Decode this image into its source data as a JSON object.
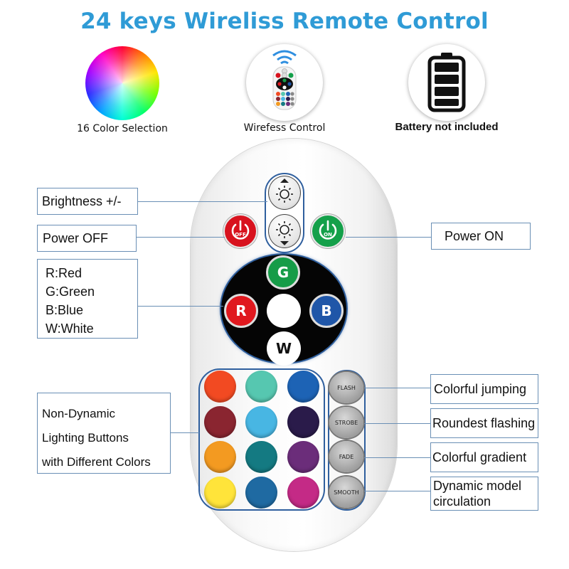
{
  "title": "24 keys Wireliss Remote Control",
  "features": [
    {
      "caption": "16 Color Selection"
    },
    {
      "caption": "Wirefess Control"
    },
    {
      "caption": "Battery not included"
    }
  ],
  "labels": {
    "brightness": "Brightness +/-",
    "power_off": "Power OFF",
    "power_on": "Power ON",
    "rgbw": [
      "R:Red",
      "G:Green",
      "B:Blue",
      "W:White"
    ],
    "non_dynamic": [
      "Non-Dynamic",
      "Lighting Buttons",
      "with Different Colors"
    ],
    "flash_desc": "Colorful jumping",
    "strobe_desc": "Roundest flashing",
    "fade_desc": "Colorful gradient",
    "smooth_desc": [
      "Dynamic model",
      "circulation"
    ]
  },
  "remote": {
    "off_text": "OFF",
    "on_text": "ON",
    "rgb": {
      "g": "G",
      "r": "R",
      "b": "B",
      "w": "W"
    },
    "modes": [
      "FLASH",
      "STROBE",
      "FADE",
      "SMOOTH"
    ]
  },
  "colors": {
    "title_blue": "#2f9bd6",
    "power_off": "#d8121e",
    "power_on": "#14a04a",
    "red": "#e0181e",
    "green": "#169c48",
    "blue": "#1f56a8",
    "grid": [
      "#f24a22",
      "#56c7b0",
      "#1d63b5",
      "#8a2530",
      "#48b6e3",
      "#2a1b4a",
      "#f39a21",
      "#147a82",
      "#6b2d7a",
      "#ffe43a",
      "#1f6aa2",
      "#c42a86"
    ]
  }
}
